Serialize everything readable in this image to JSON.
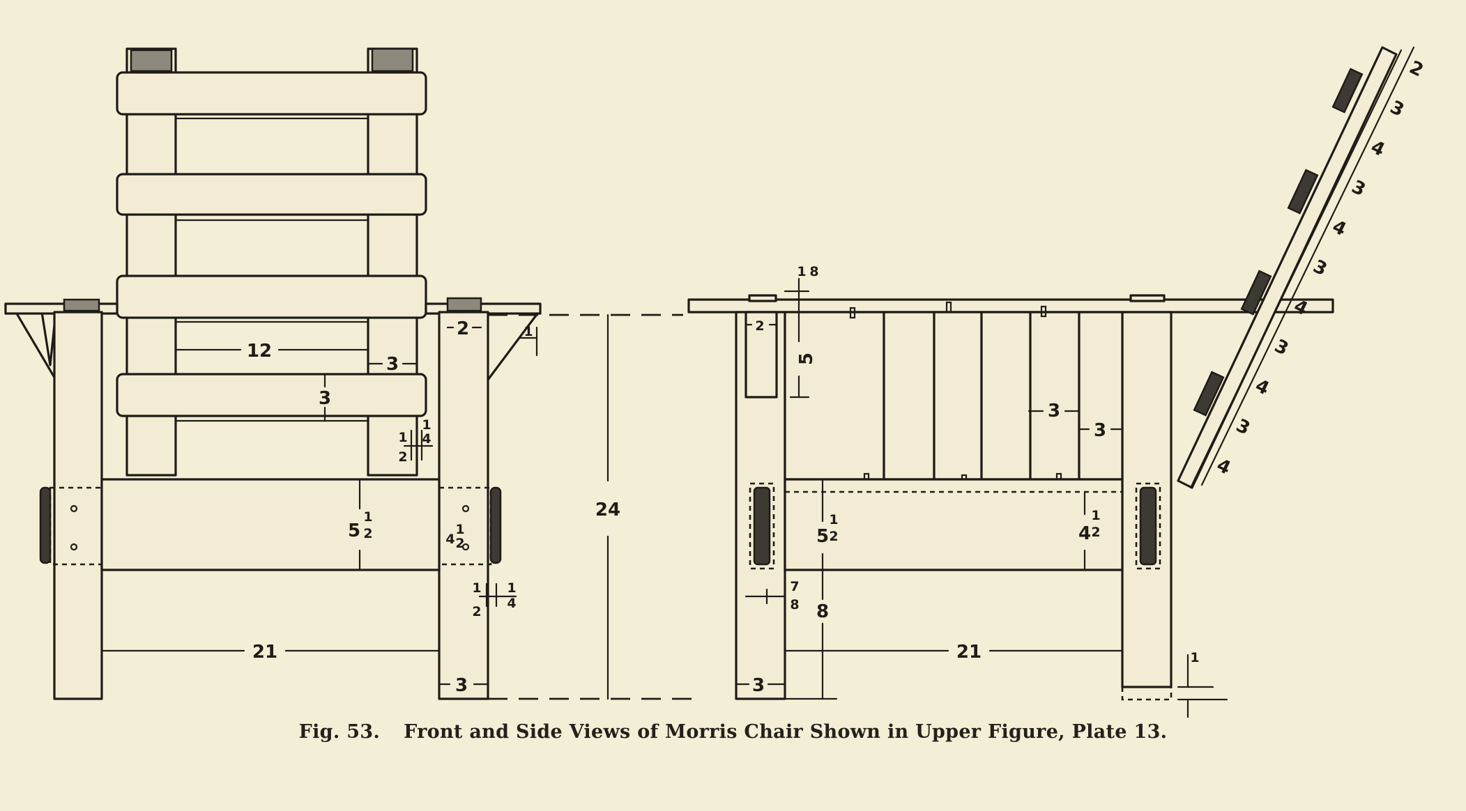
{
  "figure": {
    "number": "Fig. 53.",
    "caption": "Front and Side Views of Morris Chair Shown in Upper Figure, Plate 13."
  },
  "front_view": {
    "dimensions": {
      "back_opening": "12",
      "back_post": "3",
      "slat_width": "3",
      "arm_post_width": "2",
      "side_rail_height_whole": "5",
      "side_rail_height_frac_num": "1",
      "side_rail_height_frac_den": "2",
      "inner_rail_whole": "4",
      "inner_rail_frac_num": "1",
      "inner_rail_frac_den": "2",
      "seat_width": "21",
      "leg_width": "3",
      "overall_height": "24",
      "arm_thickness": "1",
      "quarter_num": "1",
      "quarter_den": "4",
      "half_num": "1",
      "half_den": "2"
    }
  },
  "side_view": {
    "dimensions": {
      "arm_thickness_num": "1",
      "arm_thickness_den": "8",
      "arm_rail_width": "2",
      "tenon_depth": "5",
      "slat_spacing": "3",
      "slat_width": "3",
      "rail_height_whole": "5",
      "rail_height_frac_num": "1",
      "rail_height_frac_den": "2",
      "inner_rail_whole": "4",
      "inner_rail_frac_num": "1",
      "inner_rail_frac_den": "2",
      "floor_clearance": "8",
      "tenon_num": "7",
      "tenon_den": "8",
      "seat_depth": "21",
      "leg_width": "3",
      "foot_offset": "1"
    },
    "back_dimensions": [
      "4",
      "3",
      "4",
      "3",
      "4",
      "3",
      "4",
      "3",
      "4",
      "3",
      "2"
    ]
  }
}
